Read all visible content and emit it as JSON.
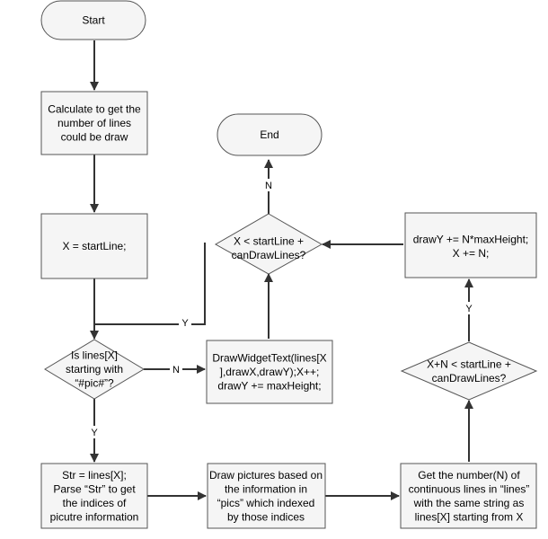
{
  "nodes": {
    "start": {
      "lines": [
        "Start"
      ]
    },
    "calc": {
      "lines": [
        "Calculate to get the",
        "number of lines",
        "could be draw"
      ]
    },
    "x_start": {
      "lines": [
        "X = startLine;"
      ]
    },
    "end": {
      "lines": [
        "End"
      ]
    },
    "cond_range": {
      "lines": [
        "X < startLine +",
        "canDrawLines?"
      ]
    },
    "cond_pic": {
      "lines": [
        "Is lines[X]",
        "starting with",
        "“#pic#”?"
      ]
    },
    "draw_text": {
      "lines": [
        "DrawWidgetText(lines[X",
        "],drawX,drawY);X++;",
        "drawY += maxHeight;"
      ]
    },
    "update": {
      "lines": [
        "drawY += N*maxHeight;",
        "X += N;"
      ]
    },
    "cond_n": {
      "lines": [
        "X+N < startLine +",
        "canDrawLines?"
      ]
    },
    "parse": {
      "lines": [
        "Str = lines[X];",
        "Parse “Str” to get",
        "the indices of",
        "picutre information"
      ]
    },
    "draw_pics": {
      "lines": [
        "Draw pictures based on",
        "the information in",
        "“pics” which indexed",
        "by those indices"
      ]
    },
    "get_n": {
      "lines": [
        "Get the number(N) of",
        "continuous lines in “lines”",
        "with the same string as",
        "lines[X] starting from X"
      ]
    }
  },
  "edge_labels": {
    "range_no": "N",
    "range_yes": "Y",
    "pic_no": "N",
    "pic_yes": "Y",
    "n_yes": "Y"
  },
  "colors": {
    "shape_fill": "#f5f5f5",
    "shape_stroke": "#555555",
    "edge": "#333333"
  }
}
